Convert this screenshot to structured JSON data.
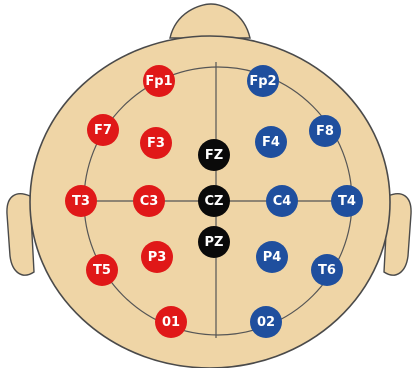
{
  "colors": {
    "head_fill": "#efd5a6",
    "head_stroke": "#4a4a4a",
    "grid_line": "#555555",
    "left_hemisphere": "#e01818",
    "midline": "#0a0a0a",
    "right_hemisphere": "#1f4f9e",
    "label_text": "#ffffff"
  },
  "electrodes": [
    {
      "id": "fp1",
      "label": "Fp1",
      "group": "left_hemisphere"
    },
    {
      "id": "fp2",
      "label": "Fp2",
      "group": "right_hemisphere"
    },
    {
      "id": "f7",
      "label": "F7",
      "group": "left_hemisphere"
    },
    {
      "id": "f3",
      "label": "F3",
      "group": "left_hemisphere"
    },
    {
      "id": "fz",
      "label": "FZ",
      "group": "midline"
    },
    {
      "id": "f4",
      "label": "F4",
      "group": "right_hemisphere"
    },
    {
      "id": "f8",
      "label": "F8",
      "group": "right_hemisphere"
    },
    {
      "id": "t3",
      "label": "T3",
      "group": "left_hemisphere"
    },
    {
      "id": "c3",
      "label": "C3",
      "group": "left_hemisphere"
    },
    {
      "id": "cz",
      "label": "CZ",
      "group": "midline"
    },
    {
      "id": "c4",
      "label": "C4",
      "group": "right_hemisphere"
    },
    {
      "id": "t4",
      "label": "T4",
      "group": "right_hemisphere"
    },
    {
      "id": "p3",
      "label": "P3",
      "group": "left_hemisphere"
    },
    {
      "id": "pz",
      "label": "PZ",
      "group": "midline"
    },
    {
      "id": "p4",
      "label": "P4",
      "group": "right_hemisphere"
    },
    {
      "id": "t5",
      "label": "T5",
      "group": "left_hemisphere"
    },
    {
      "id": "t6",
      "label": "T6",
      "group": "right_hemisphere"
    },
    {
      "id": "o1",
      "label": "01",
      "group": "left_hemisphere"
    },
    {
      "id": "o2",
      "label": "02",
      "group": "right_hemisphere"
    }
  ]
}
